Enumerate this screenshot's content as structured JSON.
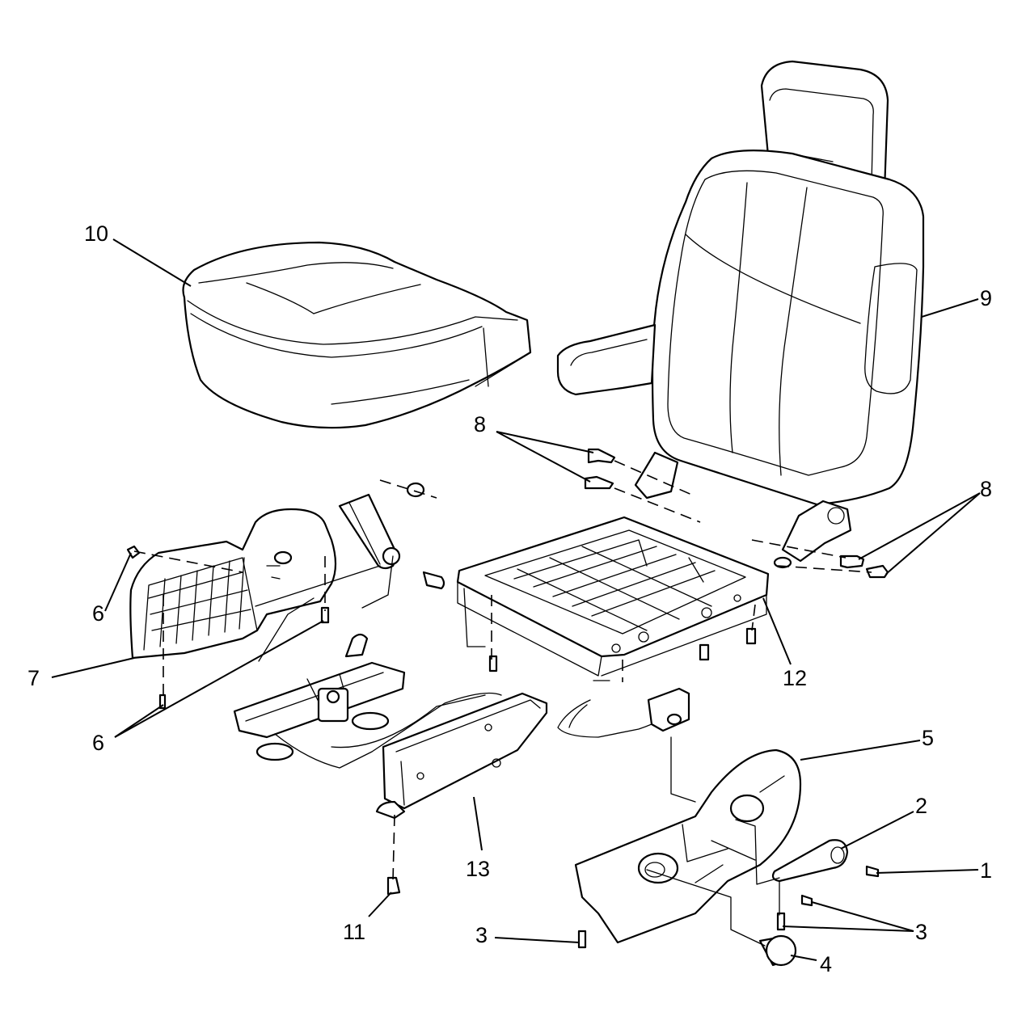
{
  "diagram": {
    "colors": {
      "line": "#000000",
      "background": "#ffffff"
    },
    "callouts": [
      {
        "id": "c1",
        "label": "1"
      },
      {
        "id": "c2",
        "label": "2"
      },
      {
        "id": "c3a",
        "label": "3"
      },
      {
        "id": "c3b",
        "label": "3"
      },
      {
        "id": "c4",
        "label": "4"
      },
      {
        "id": "c5",
        "label": "5"
      },
      {
        "id": "c6a",
        "label": "6"
      },
      {
        "id": "c6b",
        "label": "6"
      },
      {
        "id": "c7",
        "label": "7"
      },
      {
        "id": "c8a",
        "label": "8"
      },
      {
        "id": "c8b",
        "label": "8"
      },
      {
        "id": "c9",
        "label": "9"
      },
      {
        "id": "c10",
        "label": "10"
      },
      {
        "id": "c11",
        "label": "11"
      },
      {
        "id": "c12",
        "label": "12"
      },
      {
        "id": "c13",
        "label": "13"
      }
    ]
  }
}
